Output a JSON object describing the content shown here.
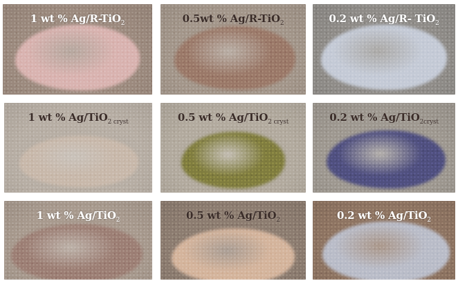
{
  "samples": [
    {
      "label": "1 wt % Ag/R-TiO",
      "sub": "2",
      "pile_color": "#d9b3b0",
      "bg_color": "#9c8a7e",
      "light": true
    },
    {
      "label": "0.5wt % Ag/R-TiO",
      "sub": "2",
      "pile_color": "#9a7868",
      "bg_color": "#a3968a",
      "light": false
    },
    {
      "label": "0.2 wt % Ag/R- TiO",
      "sub": "2",
      "pile_color": "#c4cad6",
      "bg_color": "#8f8c88",
      "light": true
    },
    {
      "label": "1 wt % Ag/TiO",
      "sub": "2 cryst",
      "pile_color": "#c8b8aa",
      "bg_color": "#b7aea4",
      "light": false
    },
    {
      "label": "0.5 wt % Ag/TiO",
      "sub": "2 cryst",
      "pile_color": "#7f7c3e",
      "bg_color": "#b2aa9e",
      "light": false
    },
    {
      "label": "0.2 wt % Ag/TiO",
      "sub": "2cryst",
      "pile_color": "#4f4f7e",
      "bg_color": "#9e9890",
      "light": false
    },
    {
      "label": "1 wt % Ag/TiO",
      "sub": "2",
      "pile_color": "#9c7e74",
      "bg_color": "#a89a8e",
      "light": true
    },
    {
      "label": "0.5 wt % Ag/TiO",
      "sub": "2",
      "pile_color": "#d4b49c",
      "bg_color": "#8c7c70",
      "light": false
    },
    {
      "label": "0.2 wt % Ag/TiO",
      "sub": "2",
      "pile_color": "#b9bcc8",
      "bg_color": "#8e7462",
      "light": true
    }
  ]
}
